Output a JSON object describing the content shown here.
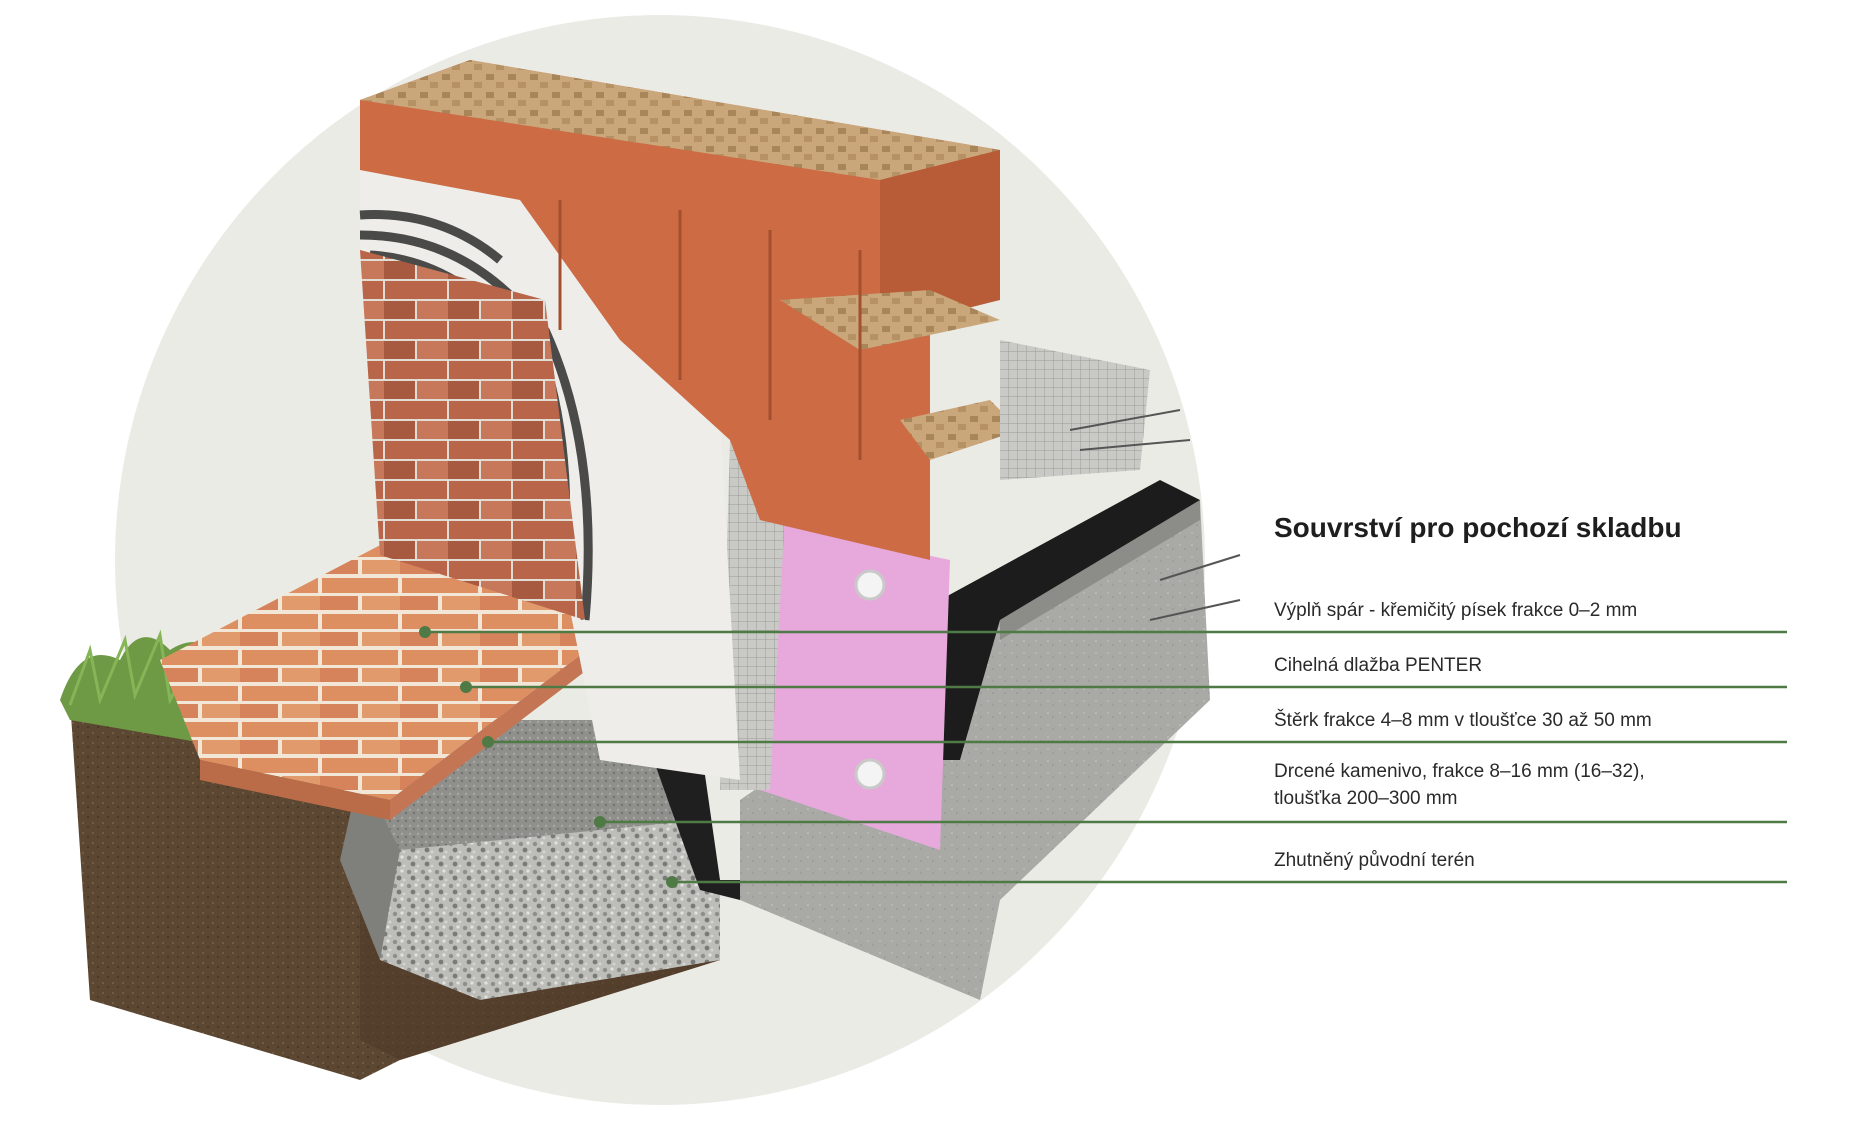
{
  "legend": {
    "title": "Souvrství pro pochozí skladbu",
    "items": [
      {
        "lines": [
          "Výplň spár - křemičitý písek frakce 0–2 mm"
        ]
      },
      {
        "lines": [
          "Cihelná dlažba PENTER"
        ]
      },
      {
        "lines": [
          "Štěrk frakce 4–8 mm v tloušťce 30 až 50 mm"
        ]
      },
      {
        "lines": [
          "Drcené kamenivo, frakce 8–16 mm (16–32),",
          "tloušťka 200–300 mm"
        ]
      },
      {
        "lines": [
          "Zhutněný původní terén"
        ]
      }
    ]
  },
  "colors": {
    "leader": "#4f7a46",
    "circle": "#ebebe6",
    "brick_block": "#cf6f45",
    "paver": "#d98a5e",
    "insulation": "#e5a7d8",
    "concrete": "#a8a8a4",
    "soil": "#5a4530",
    "gravel": "#b9b9b7"
  }
}
